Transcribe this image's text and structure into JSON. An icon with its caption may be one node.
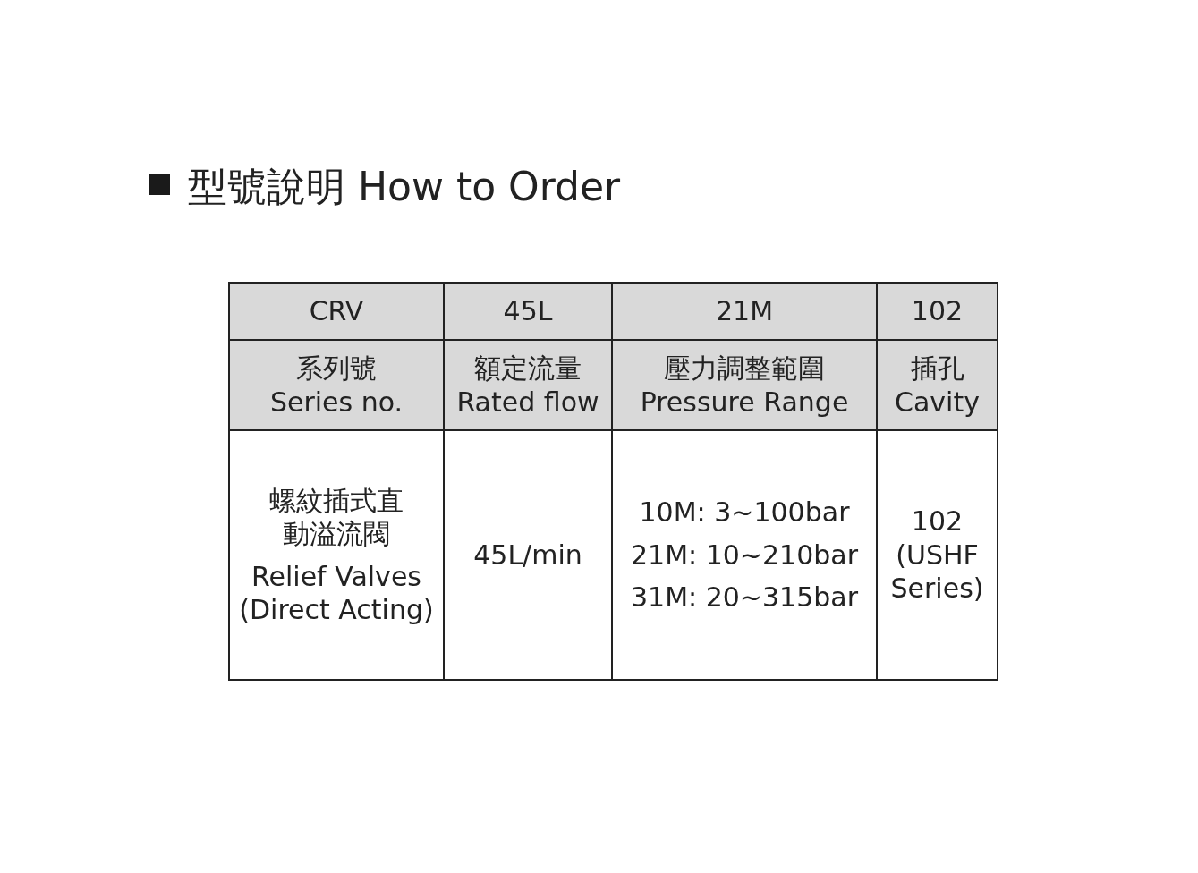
{
  "diagram": {
    "title": "型號說明 How to Order",
    "labels": [
      "CRV",
      "45L",
      "21M",
      "102",
      "系列號",
      "Series no.",
      "額定流量",
      "Rated flow",
      "壓力調整範圍",
      "Pressure Range",
      "插孔",
      "Cavity",
      "螺紋插式直動溢流閥",
      "Relief Valves (Direct Acting)",
      "45L/min",
      "10M: 3~100bar",
      "21M: 10~210bar",
      "31M: 20~315bar",
      "102 (USHF Series)"
    ]
  }
}
